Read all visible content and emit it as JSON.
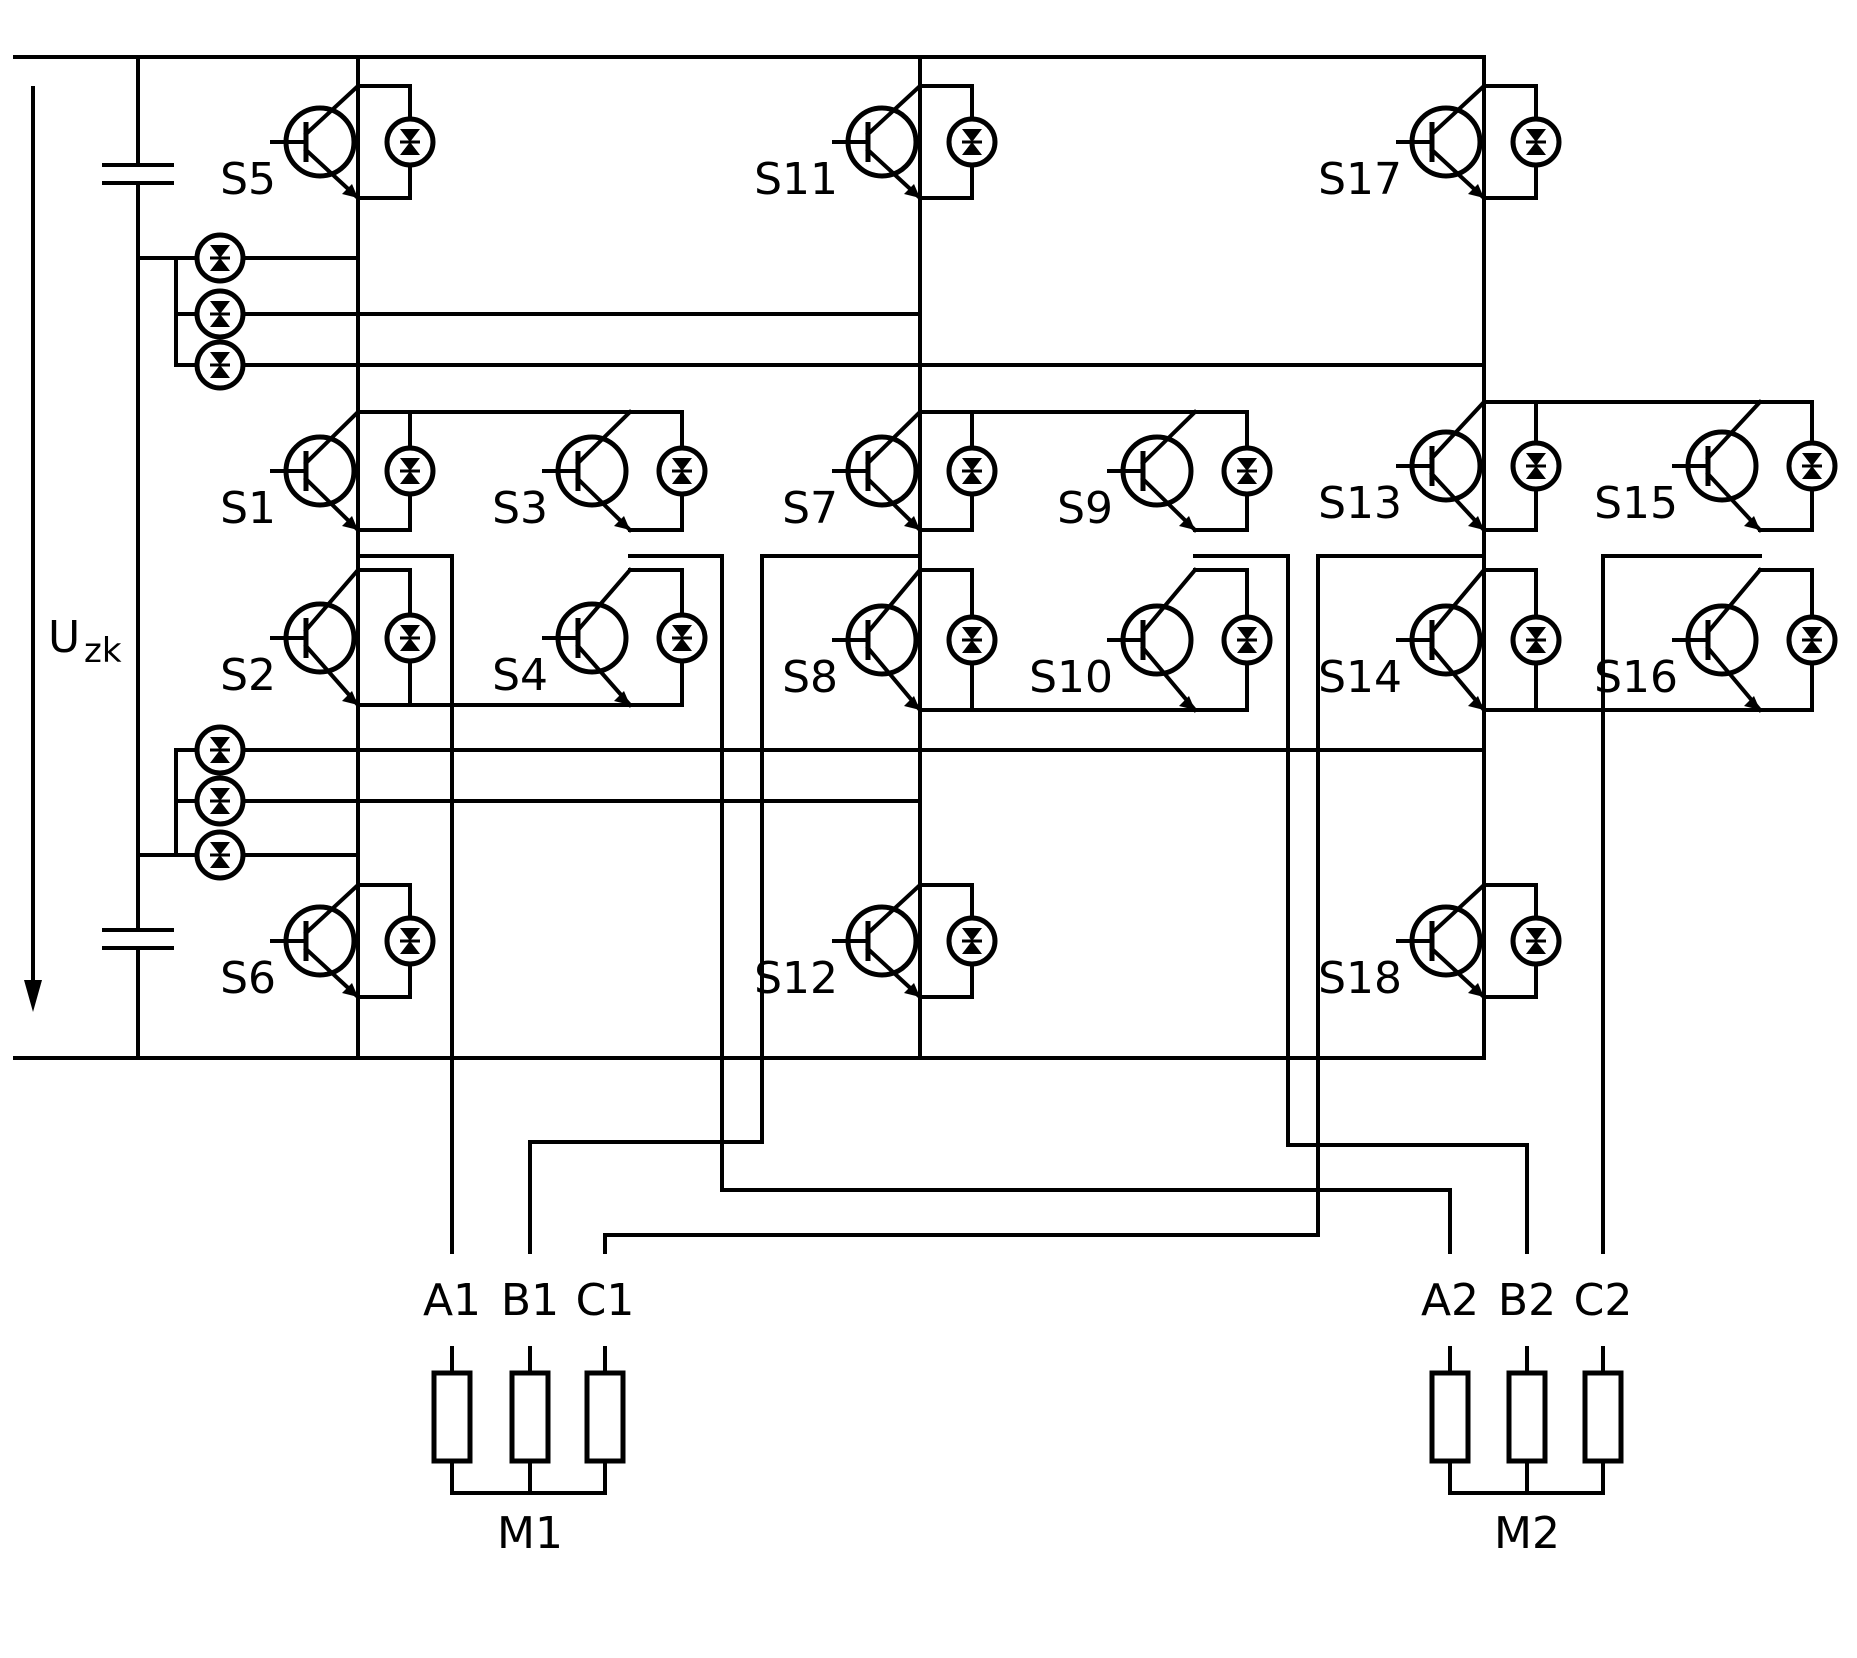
{
  "diagram": {
    "voltage": {
      "symbol": "U",
      "subscript": "zk"
    },
    "switches": [
      "S1",
      "S2",
      "S3",
      "S4",
      "S5",
      "S6",
      "S7",
      "S8",
      "S9",
      "S10",
      "S11",
      "S12",
      "S13",
      "S14",
      "S15",
      "S16",
      "S17",
      "S18"
    ],
    "motors": [
      {
        "name": "M1",
        "phases": [
          "A1",
          "B1",
          "C1"
        ]
      },
      {
        "name": "M2",
        "phases": [
          "A2",
          "B2",
          "C2"
        ]
      }
    ]
  }
}
